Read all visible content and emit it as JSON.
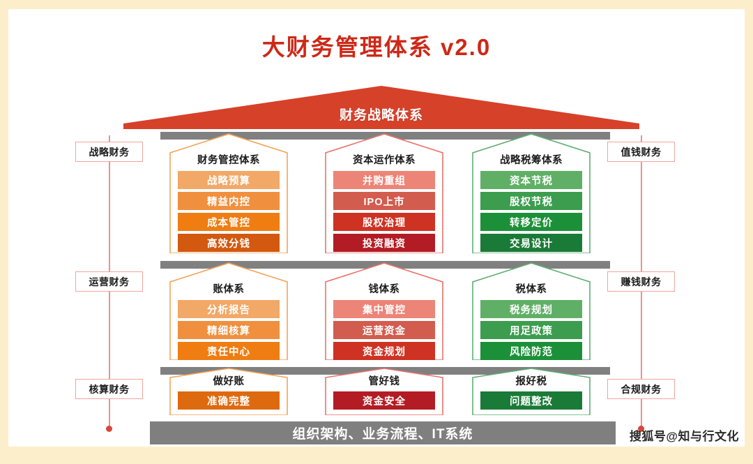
{
  "title": "大财务管理体系 v2.0",
  "roof": {
    "label": "财务战略体系"
  },
  "foundation": {
    "label": "组织架构、业务流程、IT系统"
  },
  "watermark": "搜狐号@知与行文化",
  "colors": {
    "title_red": "#CE2817",
    "roof_red": "#D6412A",
    "slab_gray": "#808080",
    "foundation_gray": "#7F7F7F",
    "orange_outline": "#F3A356",
    "red_outline": "#E8736A",
    "green_outline": "#5FAE72",
    "side_line": "#E8948D",
    "side_dot": "#D9453A"
  },
  "rows": [
    {
      "name": "strategy-row",
      "left_label": "战略财务",
      "right_label": "值钱财务",
      "pillars": [
        {
          "title": "财务管控体系",
          "accent": "#F3A356",
          "items": [
            {
              "label": "战略预算",
              "color": "#F2A866"
            },
            {
              "label": "精益内控",
              "color": "#F0903F"
            },
            {
              "label": "成本管控",
              "color": "#EF7D12"
            },
            {
              "label": "高效分钱",
              "color": "#D2590F"
            }
          ]
        },
        {
          "title": "资本运作体系",
          "accent": "#E8736A",
          "items": [
            {
              "label": "并购重组",
              "color": "#EC8477"
            },
            {
              "label": "IPO上市",
              "color": "#D25C4E"
            },
            {
              "label": "股权治理",
              "color": "#CE3222"
            },
            {
              "label": "投资融资",
              "color": "#B31C24"
            }
          ]
        },
        {
          "title": "战略税筹体系",
          "accent": "#5FAE72",
          "items": [
            {
              "label": "资本节税",
              "color": "#5FB066"
            },
            {
              "label": "股权节税",
              "color": "#3C9D4E"
            },
            {
              "label": "转移定价",
              "color": "#1C9038"
            },
            {
              "label": "交易设计",
              "color": "#1A7A37"
            }
          ]
        }
      ]
    },
    {
      "name": "operations-row",
      "left_label": "运营财务",
      "right_label": "赚钱财务",
      "pillars": [
        {
          "title": "账体系",
          "accent": "#F3A356",
          "items": [
            {
              "label": "分析报告",
              "color": "#F2A866"
            },
            {
              "label": "精细核算",
              "color": "#F0903F"
            },
            {
              "label": "责任中心",
              "color": "#EF7D12"
            }
          ]
        },
        {
          "title": "钱体系",
          "accent": "#E8736A",
          "items": [
            {
              "label": "集中管控",
              "color": "#EC8477"
            },
            {
              "label": "运营资金",
              "color": "#D25C4E"
            },
            {
              "label": "资金规划",
              "color": "#CE3222"
            }
          ]
        },
        {
          "title": "税体系",
          "accent": "#5FAE72",
          "items": [
            {
              "label": "税务规划",
              "color": "#5FB066"
            },
            {
              "label": "用足政策",
              "color": "#3C9D4E"
            },
            {
              "label": "风险防范",
              "color": "#1C9038"
            }
          ]
        }
      ]
    },
    {
      "name": "accounting-row",
      "left_label": "核算财务",
      "right_label": "合规财务",
      "pillars": [
        {
          "title": "做好账",
          "accent": "#F3A356",
          "items": [
            {
              "label": "准确完整",
              "color": "#DE6A10"
            }
          ]
        },
        {
          "title": "管好钱",
          "accent": "#E8736A",
          "items": [
            {
              "label": "资金安全",
              "color": "#B31C24"
            }
          ]
        },
        {
          "title": "报好税",
          "accent": "#5FAE72",
          "items": [
            {
              "label": "问题整改",
              "color": "#1A7A37"
            }
          ]
        }
      ]
    }
  ]
}
